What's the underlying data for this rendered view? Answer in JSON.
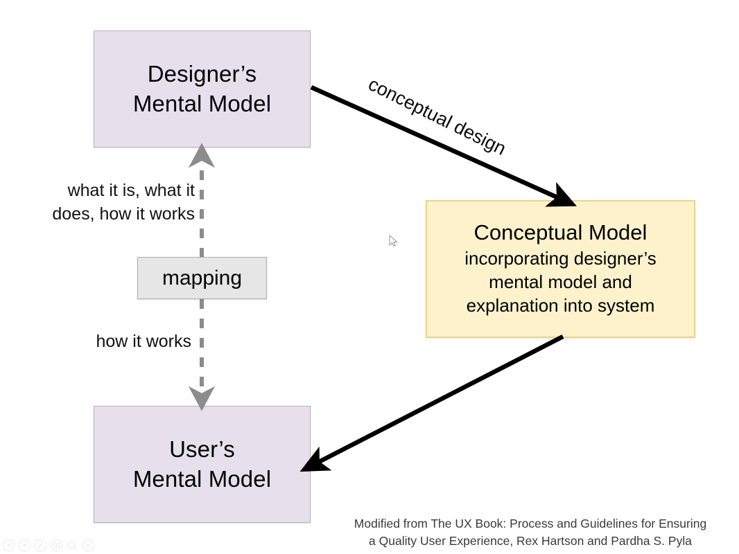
{
  "diagram": {
    "background_color": "#ffffff",
    "boxes": {
      "designer": {
        "line1": "Designer’s",
        "line2": "Mental Model",
        "fill": "#e8dfed",
        "border": "#b9aec0"
      },
      "user": {
        "line1": "User’s",
        "line2": "Mental Model",
        "fill": "#e8dfed",
        "border": "#b9aec0"
      },
      "conceptual": {
        "title": "Conceptual Model",
        "body_line1": "incorporating designer’s",
        "body_line2": "mental model and",
        "body_line3": "explanation into system",
        "fill": "#fdf2cc",
        "border": "#ead486"
      },
      "mapping": {
        "label": "mapping",
        "fill": "#e6e6e6",
        "border": "#aeaeae"
      }
    },
    "labels": {
      "conceptual_design": "conceptual design",
      "what_it_is_line1": "what it is, what it",
      "what_it_is_line2": "does, how it works",
      "how_it_works": "how it works"
    },
    "arrows": {
      "conceptual_design_arrow_color": "#000000",
      "feedback_arrow_color": "#000000",
      "mapping_arrow_color": "#8c8c8c"
    },
    "attribution": {
      "line1": "Modified from The UX Book: Process and Guidelines for Ensuring",
      "line2": "a Quality User Experience, Rex Hartson and Pardha S. Pyla"
    }
  },
  "player_toolbar": {
    "icons": [
      {
        "name": "rewind-icon",
        "glyph": "⏪"
      },
      {
        "name": "play-icon",
        "glyph": "▶"
      },
      {
        "name": "pen-icon",
        "glyph": "✎"
      },
      {
        "name": "camera-icon",
        "glyph": "▣"
      },
      {
        "name": "search-icon",
        "glyph": "○"
      },
      {
        "name": "minus-icon",
        "glyph": "−"
      }
    ]
  }
}
